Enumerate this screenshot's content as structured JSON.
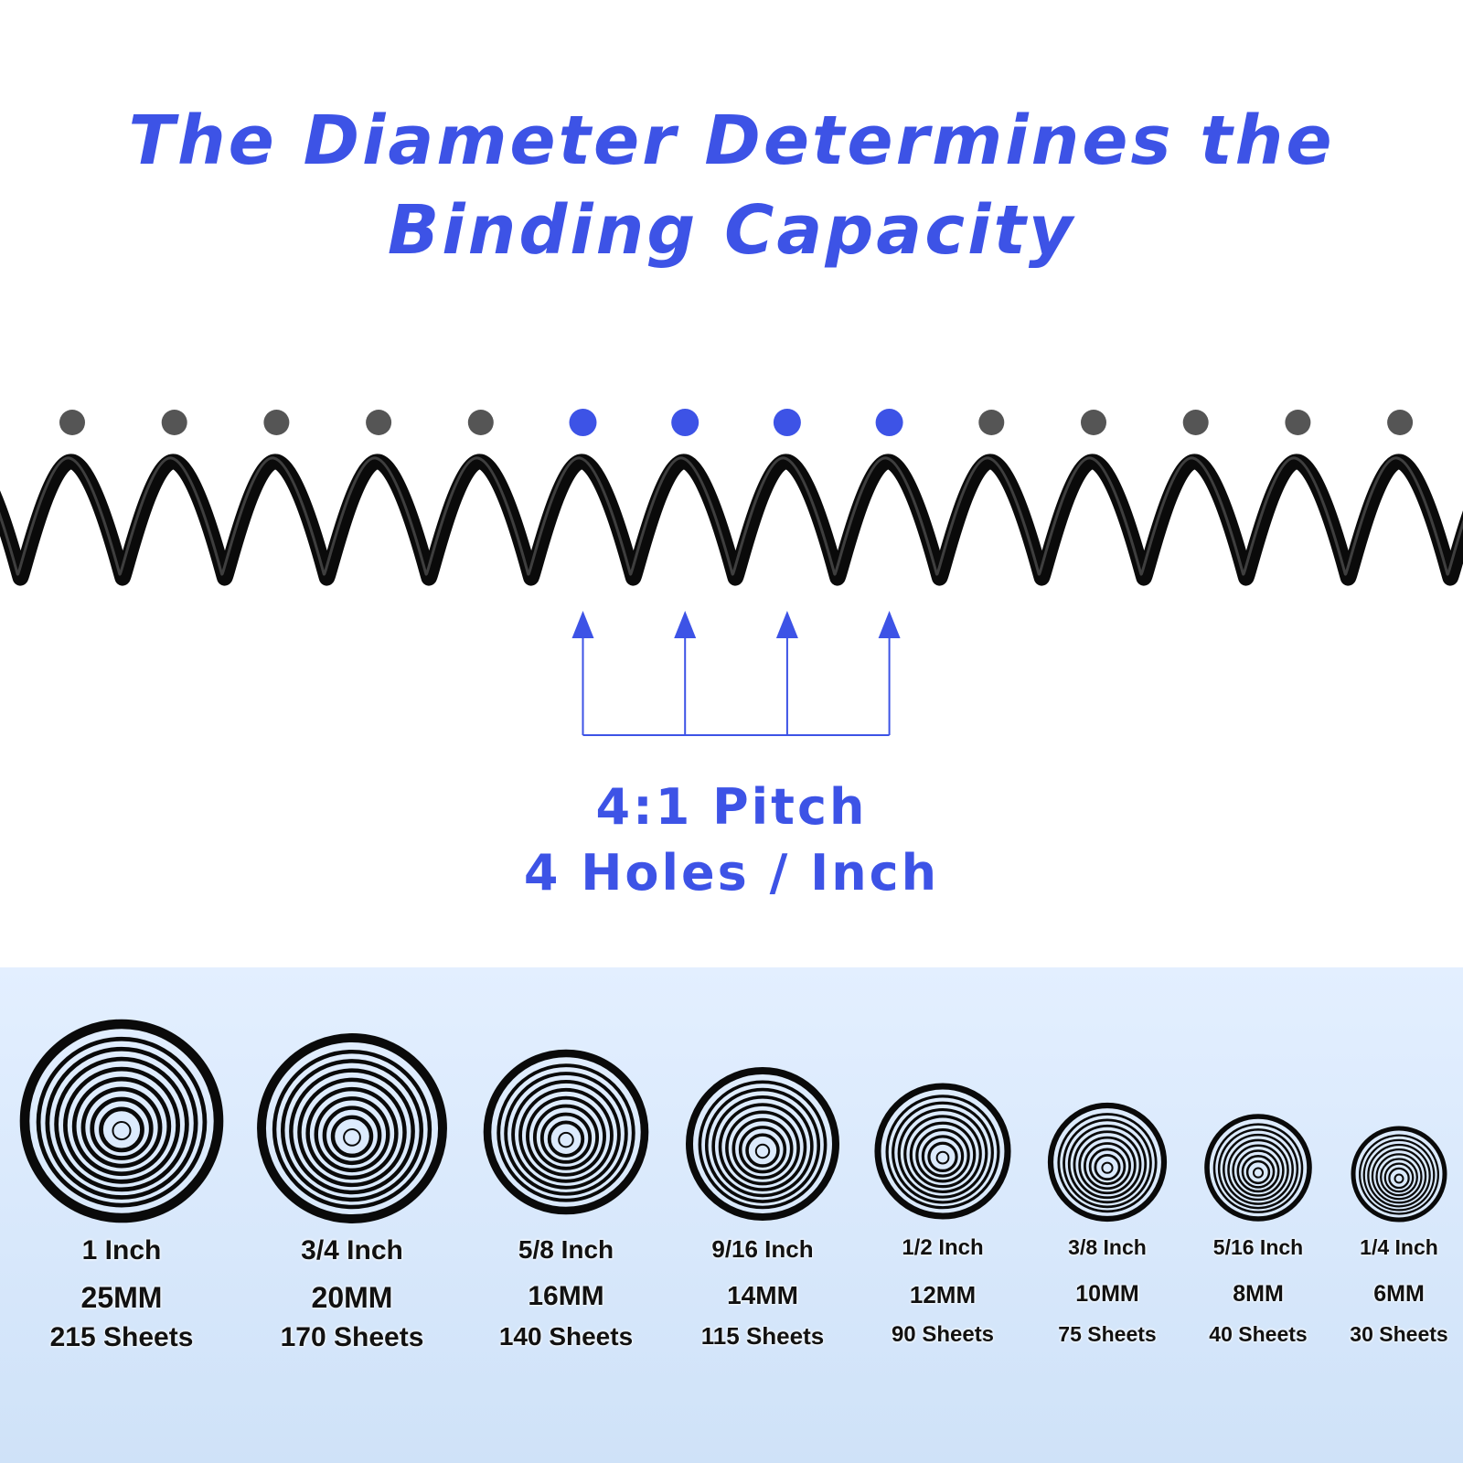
{
  "title": {
    "line1": "The Diameter Determines the",
    "line2": "Binding Capacity"
  },
  "pitch": {
    "line1": "4:1 Pitch",
    "line2": "4 Holes / Inch"
  },
  "colors": {
    "accent": "#3d53e6",
    "hole": "#555555",
    "coil": "#0a0a0a"
  },
  "sizes": [
    {
      "inch": "1 Inch",
      "mm": "25MM",
      "sheets": "215 Sheets"
    },
    {
      "inch": "3/4 Inch",
      "mm": "20MM",
      "sheets": "170 Sheets"
    },
    {
      "inch": "5/8 Inch",
      "mm": "16MM",
      "sheets": "140 Sheets"
    },
    {
      "inch": "9/16 Inch",
      "mm": "14MM",
      "sheets": "115 Sheets"
    },
    {
      "inch": "1/2 Inch",
      "mm": "12MM",
      "sheets": "90 Sheets"
    },
    {
      "inch": "3/8 Inch",
      "mm": "10MM",
      "sheets": "75 Sheets"
    },
    {
      "inch": "5/16 Inch",
      "mm": "8MM",
      "sheets": "40 Sheets"
    },
    {
      "inch": "1/4 Inch",
      "mm": "6MM",
      "sheets": "30 Sheets"
    }
  ]
}
